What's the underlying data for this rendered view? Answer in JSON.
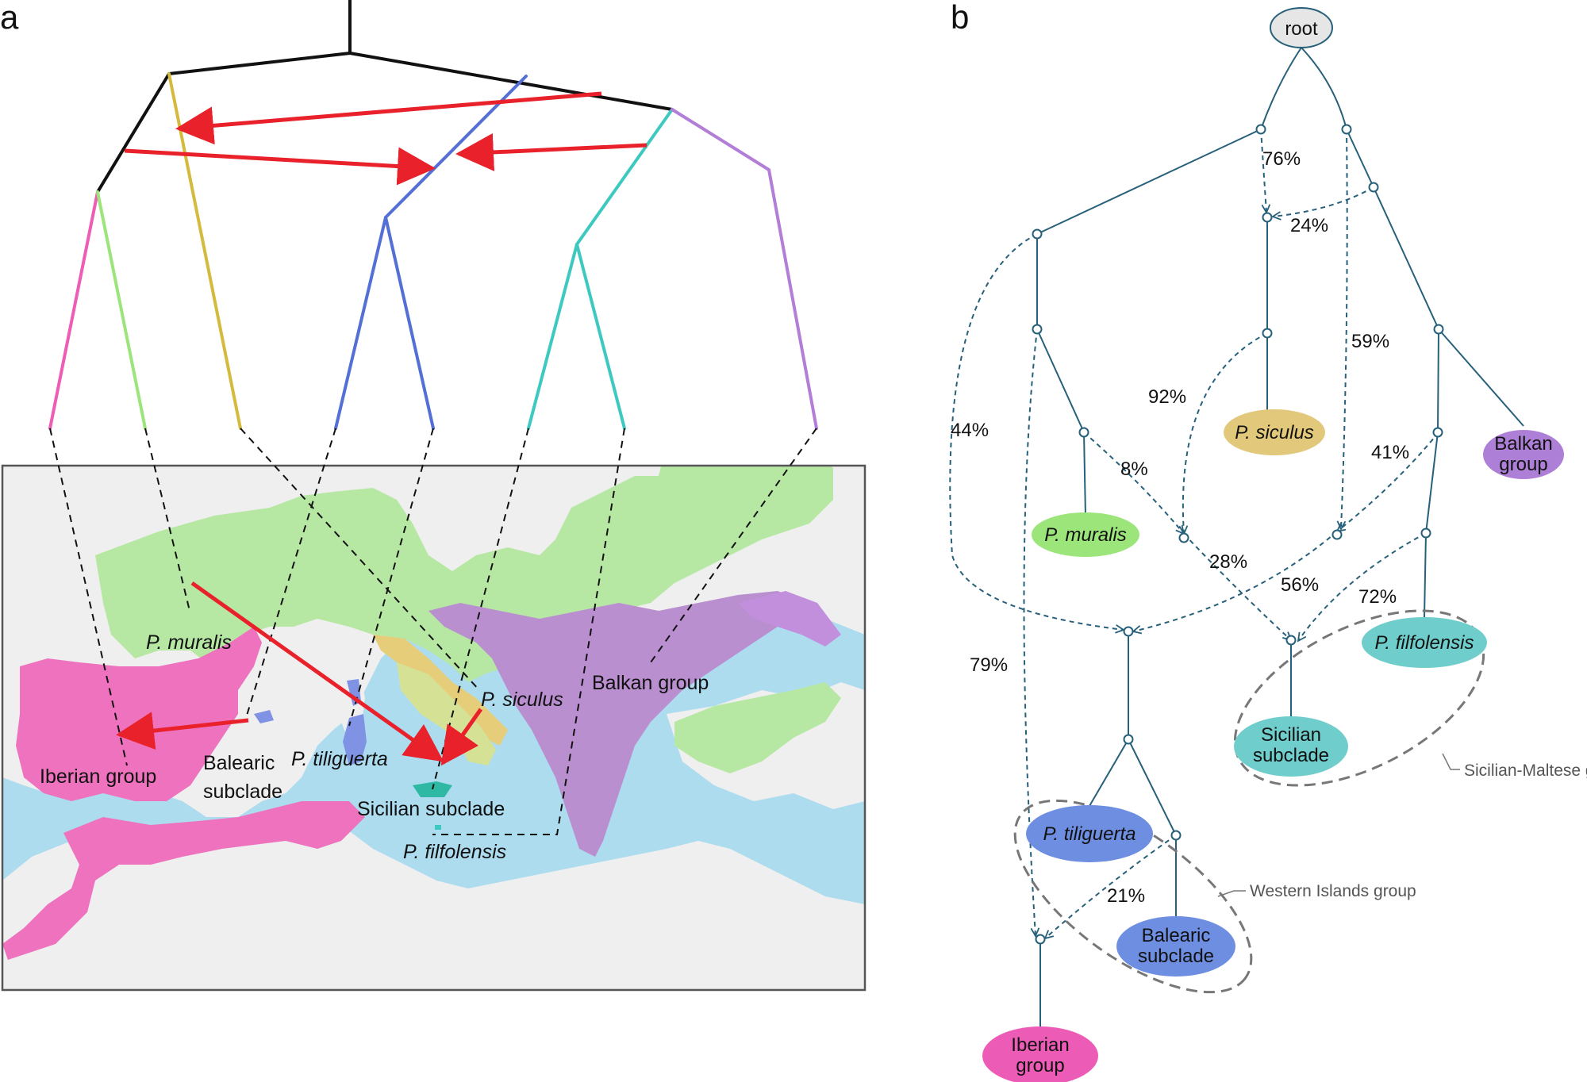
{
  "panel_a": {
    "letter": "a",
    "map_labels": {
      "p_muralis": "P. muralis",
      "iberian_group": "Iberian group",
      "balearic_line1": "Balearic",
      "balearic_line2": "subclade",
      "p_tiliguerta": "P. tiliguerta",
      "p_siculus": "P. siculus",
      "sicilian_subclade": "Sicilian subclade",
      "p_filfolensis": "P. filfolensis",
      "balkan_group": "Balkan group"
    }
  },
  "panel_b": {
    "letter": "b",
    "nodes": {
      "root": "root",
      "p_siculus": "P. siculus",
      "balkan_line1": "Balkan",
      "balkan_line2": "group",
      "p_muralis": "P. muralis",
      "p_filfolensis": "P. filfolensis",
      "sicilian_line1": "Sicilian",
      "sicilian_line2": "subclade",
      "p_tiliguerta": "P. tiliguerta",
      "balearic_line1": "Balearic",
      "balearic_line2": "subclade",
      "iberian_line1": "Iberian",
      "iberian_line2": "group"
    },
    "percentages": {
      "p76": "76%",
      "p24": "24%",
      "p59": "59%",
      "p92": "92%",
      "p44": "44%",
      "p41": "41%",
      "p8": "8%",
      "p28": "28%",
      "p56": "56%",
      "p72": "72%",
      "p79": "79%",
      "p21": "21%"
    },
    "group_labels": {
      "sicilian_maltese": "Sicilian-Maltese group",
      "western_islands": "Western Islands group"
    }
  },
  "colors": {
    "iberian": "#ee5db5",
    "muralis": "#9be57b",
    "siculus": "#dcc05a",
    "tiliguerta": "#5470d6",
    "sicilian": "#3ec9c0",
    "balkan": "#b27ed8",
    "arrow_red": "#e8212b",
    "network_teal": "#27607a",
    "sea": "#addcef",
    "land": "#efefef"
  }
}
